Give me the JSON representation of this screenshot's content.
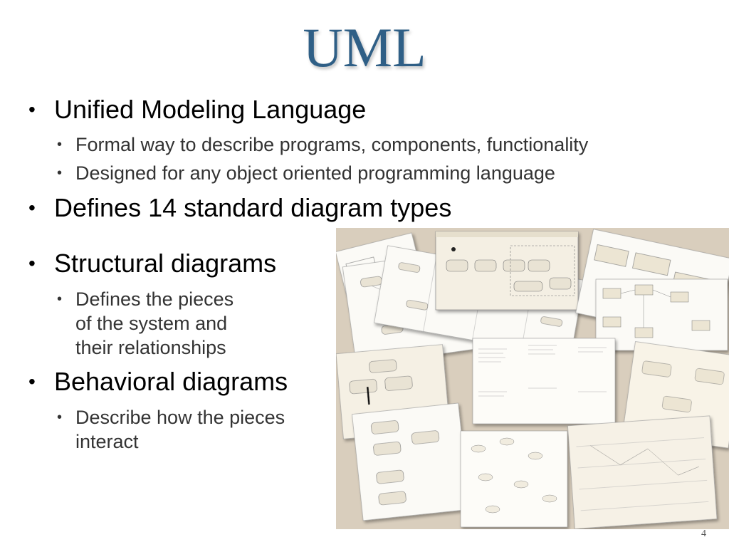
{
  "title": "UML",
  "bullets": {
    "b1": "Unified Modeling Language",
    "b1_sub1": "Formal way to describe programs, components, functionality",
    "b1_sub2": "Designed for any object oriented programming language",
    "b2": "Defines 14 standard diagram types",
    "b3": "Structural diagrams",
    "b3_sub1_line1": "Defines the pieces",
    "b3_sub1_line2": "of the system and",
    "b3_sub1_line3": "their relationships",
    "b4": "Behavioral diagrams",
    "b4_sub1_line1": "Describe how the pieces",
    "b4_sub1_line2": "interact"
  },
  "page_number": "4",
  "bullet_char": "•",
  "colors": {
    "title": "#2f5f86",
    "collage_bg": "#d9cebd"
  }
}
